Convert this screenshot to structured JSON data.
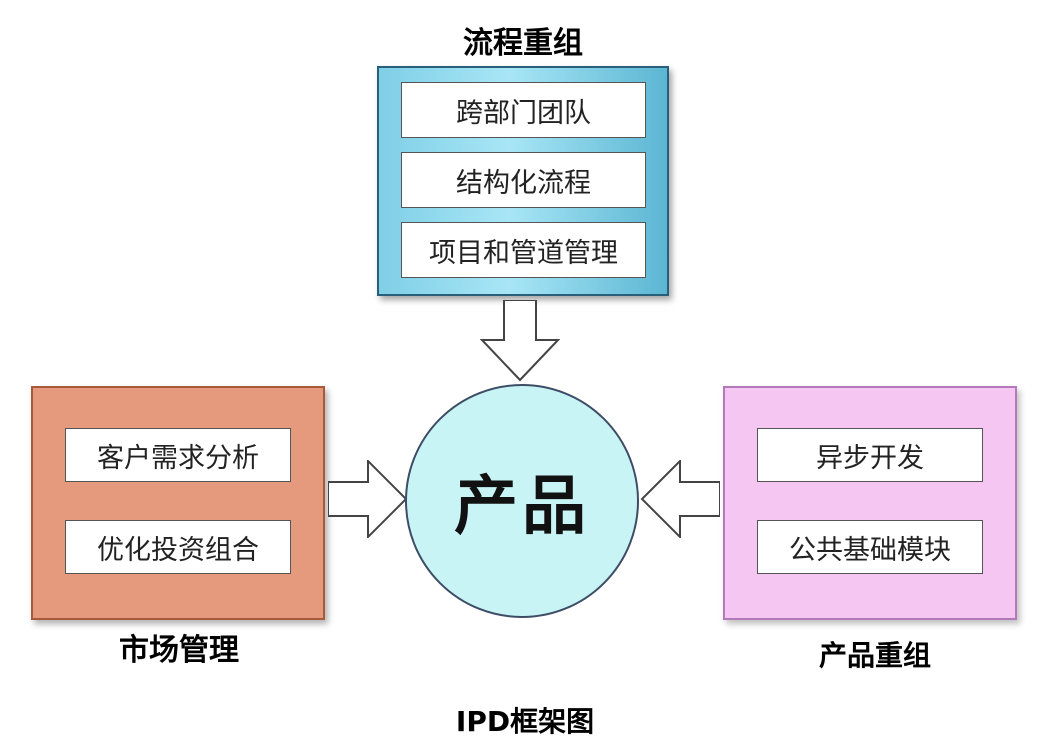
{
  "process_group": {
    "title": "流程重组",
    "items": [
      "跨部门团队",
      "结构化流程",
      "项目和管道管理"
    ]
  },
  "market_group": {
    "title": "市场管理",
    "items": [
      "客户需求分析",
      "优化投资组合"
    ]
  },
  "product_group": {
    "title": "产品重组",
    "items": [
      "异步开发",
      "公共基础模块"
    ]
  },
  "center": {
    "label": "产品"
  },
  "caption": "IPD框架图",
  "colors": {
    "process_fill": "#8fd6ea",
    "market_fill": "#e59a7d",
    "product_fill": "#f6c6f2",
    "center_fill": "#c8f4f6"
  }
}
